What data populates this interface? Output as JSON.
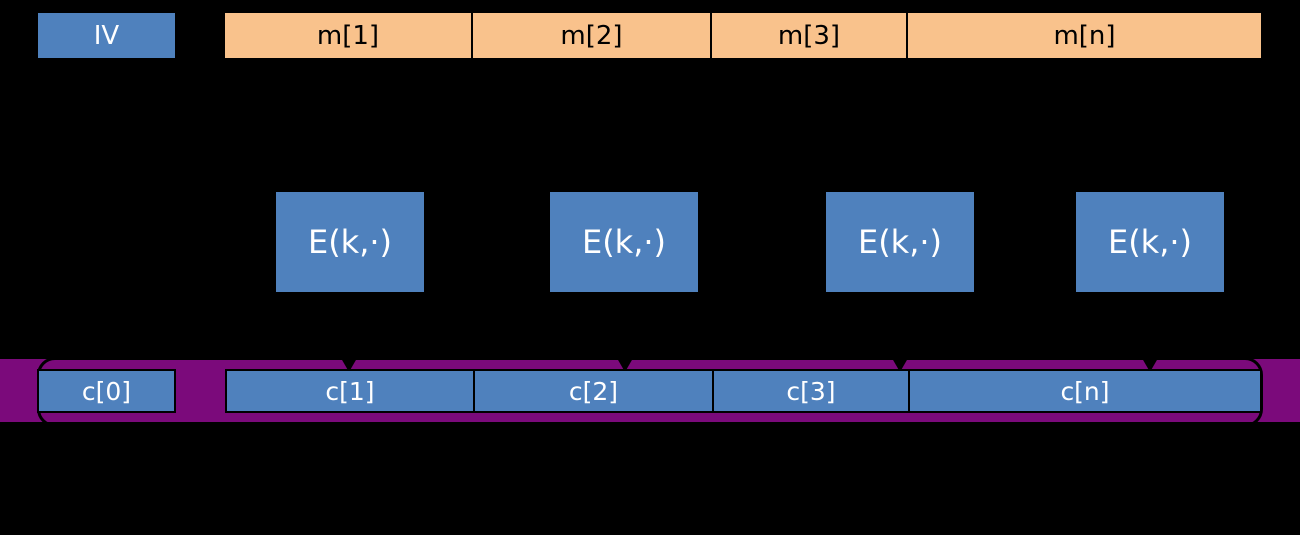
{
  "diagram": {
    "title": "CBC mode encryption block diagram",
    "background_color": "#000000",
    "colors": {
      "block_blue": "#4f81bd",
      "plaintext_orange": "#f9c28c",
      "band_purple": "#7b0a7b",
      "stroke_black": "#000000",
      "text_white": "#ffffff"
    }
  },
  "input_row": {
    "iv": {
      "label": "IV"
    },
    "message_blocks": [
      {
        "label": "m[1]"
      },
      {
        "label": "m[2]"
      },
      {
        "label": "m[3]"
      },
      {
        "label": "m[n]"
      }
    ]
  },
  "cipher_row": {
    "engines": [
      {
        "label": "E(k,·)"
      },
      {
        "label": "E(k,·)"
      },
      {
        "label": "E(k,·)"
      },
      {
        "label": "E(k,·)"
      }
    ]
  },
  "output_row": {
    "iv_output": {
      "label": "c[0]"
    },
    "ciphertext_blocks": [
      {
        "label": "c[1]"
      },
      {
        "label": "c[2]"
      },
      {
        "label": "c[3]"
      },
      {
        "label": "c[n]"
      }
    ]
  }
}
